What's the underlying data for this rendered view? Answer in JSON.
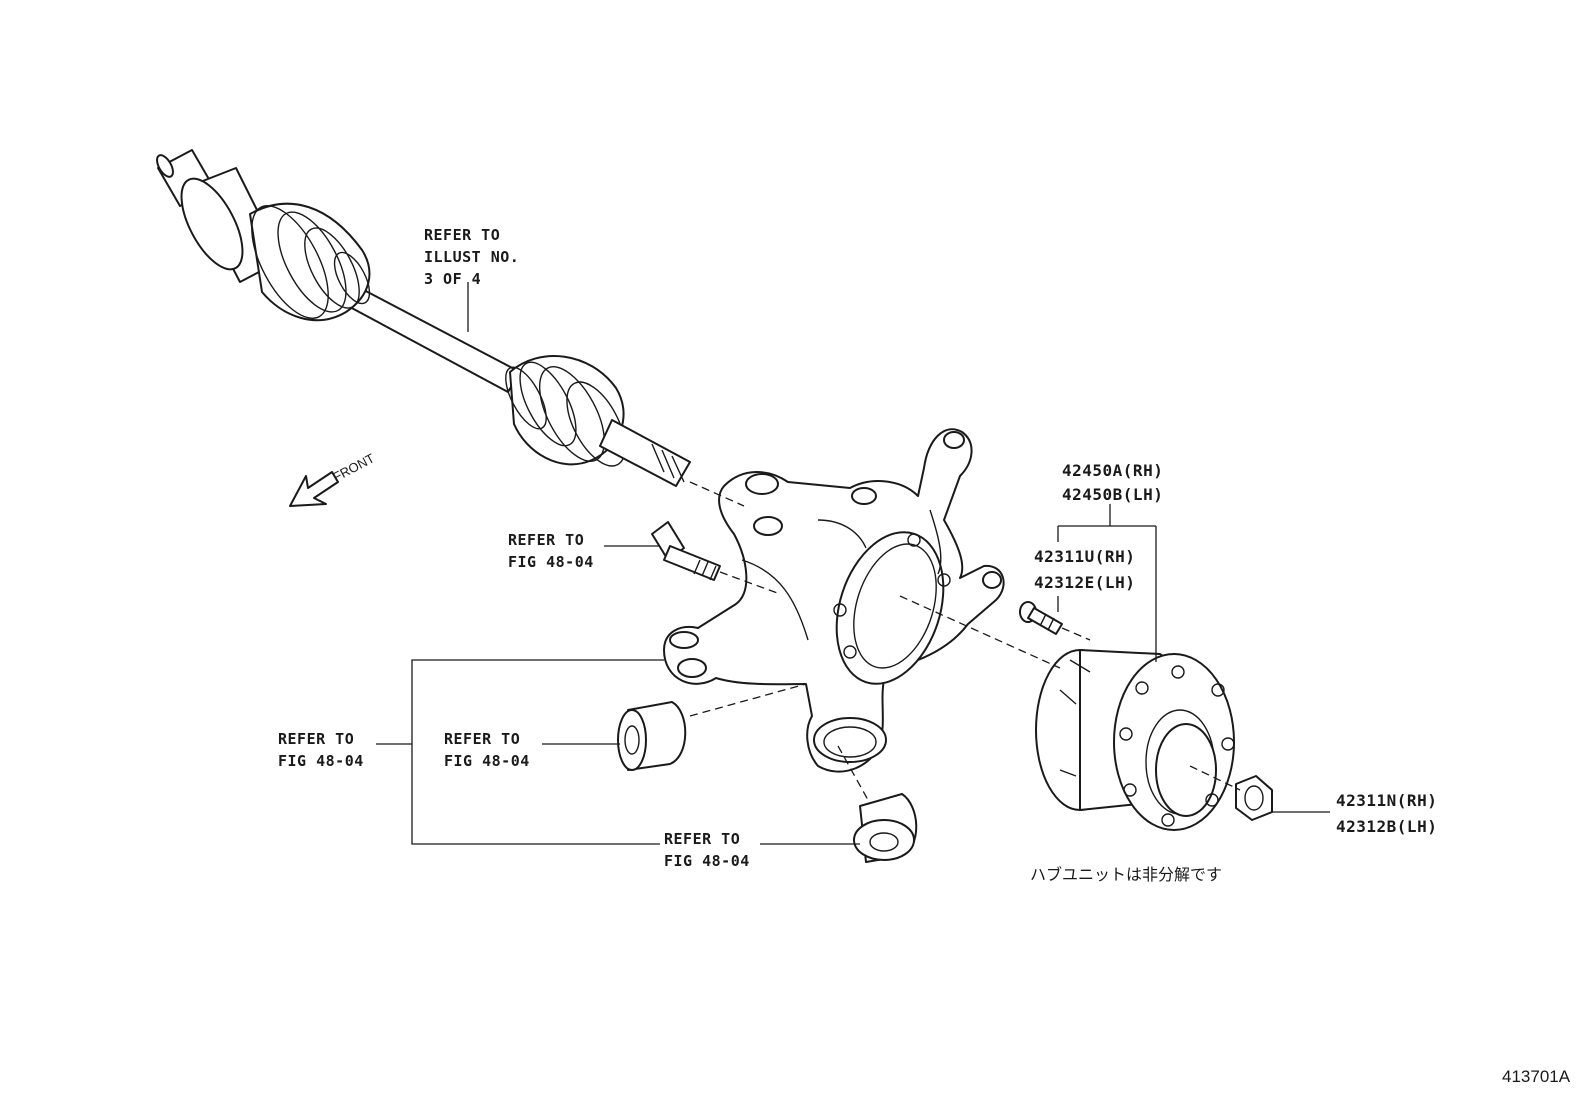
{
  "diagram": {
    "front_label": "FRONT",
    "refer_illust": [
      "REFER TO",
      "ILLUST NO.",
      "3 OF 4"
    ],
    "refer_bolt": [
      "REFER TO",
      "FIG 48-04"
    ],
    "refer_left": [
      "REFER TO",
      "FIG 48-04"
    ],
    "refer_bushing_front": [
      "REFER TO",
      "FIG 48-04"
    ],
    "refer_bushing_lower": [
      "REFER TO",
      "FIG 48-04"
    ],
    "hub_unit_parts": [
      "42450A(RH)",
      "42450B(LH)"
    ],
    "hub_bolt_parts": [
      "42311U(RH)",
      "42312E(LH)"
    ],
    "hub_nut_parts": [
      "42311N(RH)",
      "42312B(LH)"
    ],
    "japanese_note": "ハブユニットは非分解です",
    "illustration_code": "413701A"
  }
}
